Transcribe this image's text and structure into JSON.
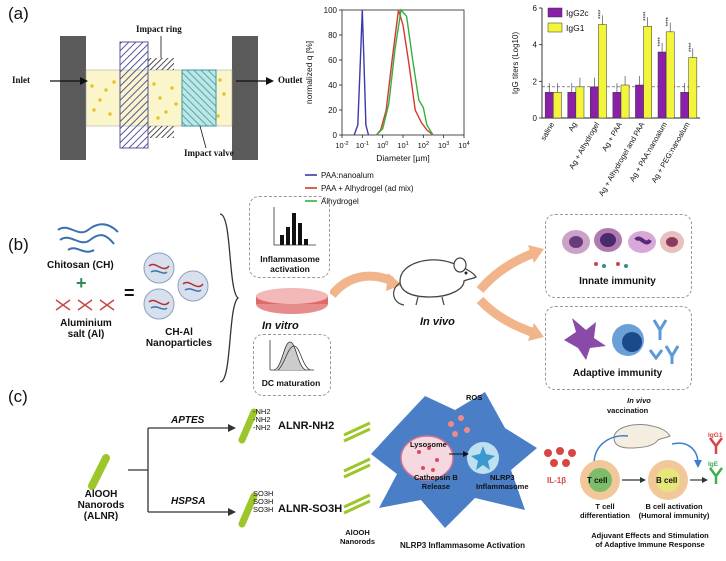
{
  "panels": {
    "a": "(a)",
    "b": "(b)",
    "c": "(c)"
  },
  "a_diagram": {
    "inlet": "Inlet",
    "outlet": "Outlet",
    "impact_ring": "Impact ring",
    "impact_valve": "Impact valve"
  },
  "chart_data": [
    {
      "type": "line",
      "xlabel": "Diameter [µm]",
      "ylabel": "normalized q [%]",
      "xscale": "log",
      "xlim": [
        0.01,
        10000
      ],
      "ylim": [
        0,
        100
      ],
      "xticks": [
        "10-2",
        "10-1",
        "100",
        "101",
        "102",
        "103",
        "104"
      ],
      "yticks": [
        "0",
        "20",
        "40",
        "60",
        "80",
        "100"
      ],
      "legend_position": "bottom",
      "series": [
        {
          "name": "PAA:nanoalum",
          "color": "#3a3aa8",
          "x": [
            0.04,
            0.06,
            0.08,
            0.1,
            0.12,
            0.15,
            0.2
          ],
          "y": [
            0,
            8,
            60,
            100,
            60,
            8,
            0
          ]
        },
        {
          "name": "PAA + Alhydrogel (ad mix)",
          "color": "#d23a2e",
          "x": [
            0.5,
            0.8,
            1.5,
            3,
            6,
            10,
            20,
            40,
            80,
            150,
            300
          ],
          "y": [
            0,
            4,
            20,
            62,
            100,
            88,
            56,
            20,
            10,
            4,
            0
          ]
        },
        {
          "name": "Alhydrogel",
          "color": "#33b040",
          "x": [
            0.5,
            1,
            2,
            4,
            8,
            15,
            30,
            60,
            100,
            150,
            300
          ],
          "y": [
            0,
            5,
            25,
            68,
            100,
            95,
            60,
            28,
            22,
            8,
            0
          ]
        }
      ]
    },
    {
      "type": "bar",
      "ylabel": "IgG titers (Log10)",
      "ylim": [
        0,
        6
      ],
      "yticks": [
        "0",
        "2",
        "4",
        "6"
      ],
      "legend_position": "top-left",
      "categories": [
        "saline",
        "Ag",
        "Ag + Alhydrogel",
        "Ag + PAA",
        "Ag + Alhydrogel and PAA",
        "Ag + PAA:nanoalum",
        "Ag + PEG:nanoalum"
      ],
      "series": [
        {
          "name": "IgG2c",
          "color": "#8a1fa8",
          "values": [
            1.4,
            1.4,
            1.7,
            1.4,
            1.8,
            3.6,
            1.4
          ]
        },
        {
          "name": "IgG1",
          "color": "#f3f53b",
          "values": [
            1.4,
            1.7,
            5.1,
            1.8,
            5.0,
            4.7,
            3.3
          ]
        }
      ],
      "significance": [
        "****",
        "****",
        "****",
        "****",
        "****"
      ]
    }
  ],
  "b": {
    "chitosan": "Chitosan (CH)",
    "plus": "+",
    "equals": "=",
    "aluminium_1": "Aluminium",
    "aluminium_2": "salt (Al)",
    "nano_1": "CH-Al",
    "nano_2": "Nanoparticles",
    "inflammasome_1": "Inflammasome",
    "inflammasome_2": "activation",
    "in_vitro": "In vitro",
    "dc_maturation": "DC maturation",
    "in_vivo": "In vivo",
    "innate": "Innate immunity",
    "adaptive": "Adaptive immunity"
  },
  "c": {
    "alooh_1": "AlOOH",
    "alooh_2": "Nanorods",
    "alooh_3": "(ALNR)",
    "aptes": "APTES",
    "hspsa": "HSPSA",
    "nh2_product": "ALNR-NH2",
    "so3h_product": "ALNR-SO3H",
    "nh2": "-NH2",
    "so3h": "SO3H",
    "ros": "ROS",
    "lysosome": "Lysosome",
    "cathepsin_1": "Cathepsin B",
    "cathepsin_2": "Release",
    "nlrp3_1": "NLRP3",
    "nlrp3_2": "Inflammasome",
    "il1b": "IL-1β",
    "alooh_nanorods_1": "AlOOH",
    "alooh_nanorods_2": "Nanorods",
    "nlrp3_activation": "NLRP3 Inflammasome Activation",
    "in_vivo": "In vivo",
    "vaccination": "vaccination",
    "t_cell": "T cell",
    "b_cell": "B cell",
    "t_diff_1": "T cell",
    "t_diff_2": "differentiation",
    "b_act_1": "B cell activation",
    "b_act_2": "(Humoral immunity)",
    "igg1": "IgG1",
    "ige": "IgE",
    "adjuvant_1": "Adjuvant Effects and Stimulation",
    "adjuvant_2": "of Adaptive Immune Response"
  },
  "colors": {
    "igg2c": "#8a1fa8",
    "igg1": "#f3f53b",
    "arrow_peach": "#f2b48a",
    "cell_blue": "#4a7fc8",
    "il1b_red": "#d84545"
  }
}
